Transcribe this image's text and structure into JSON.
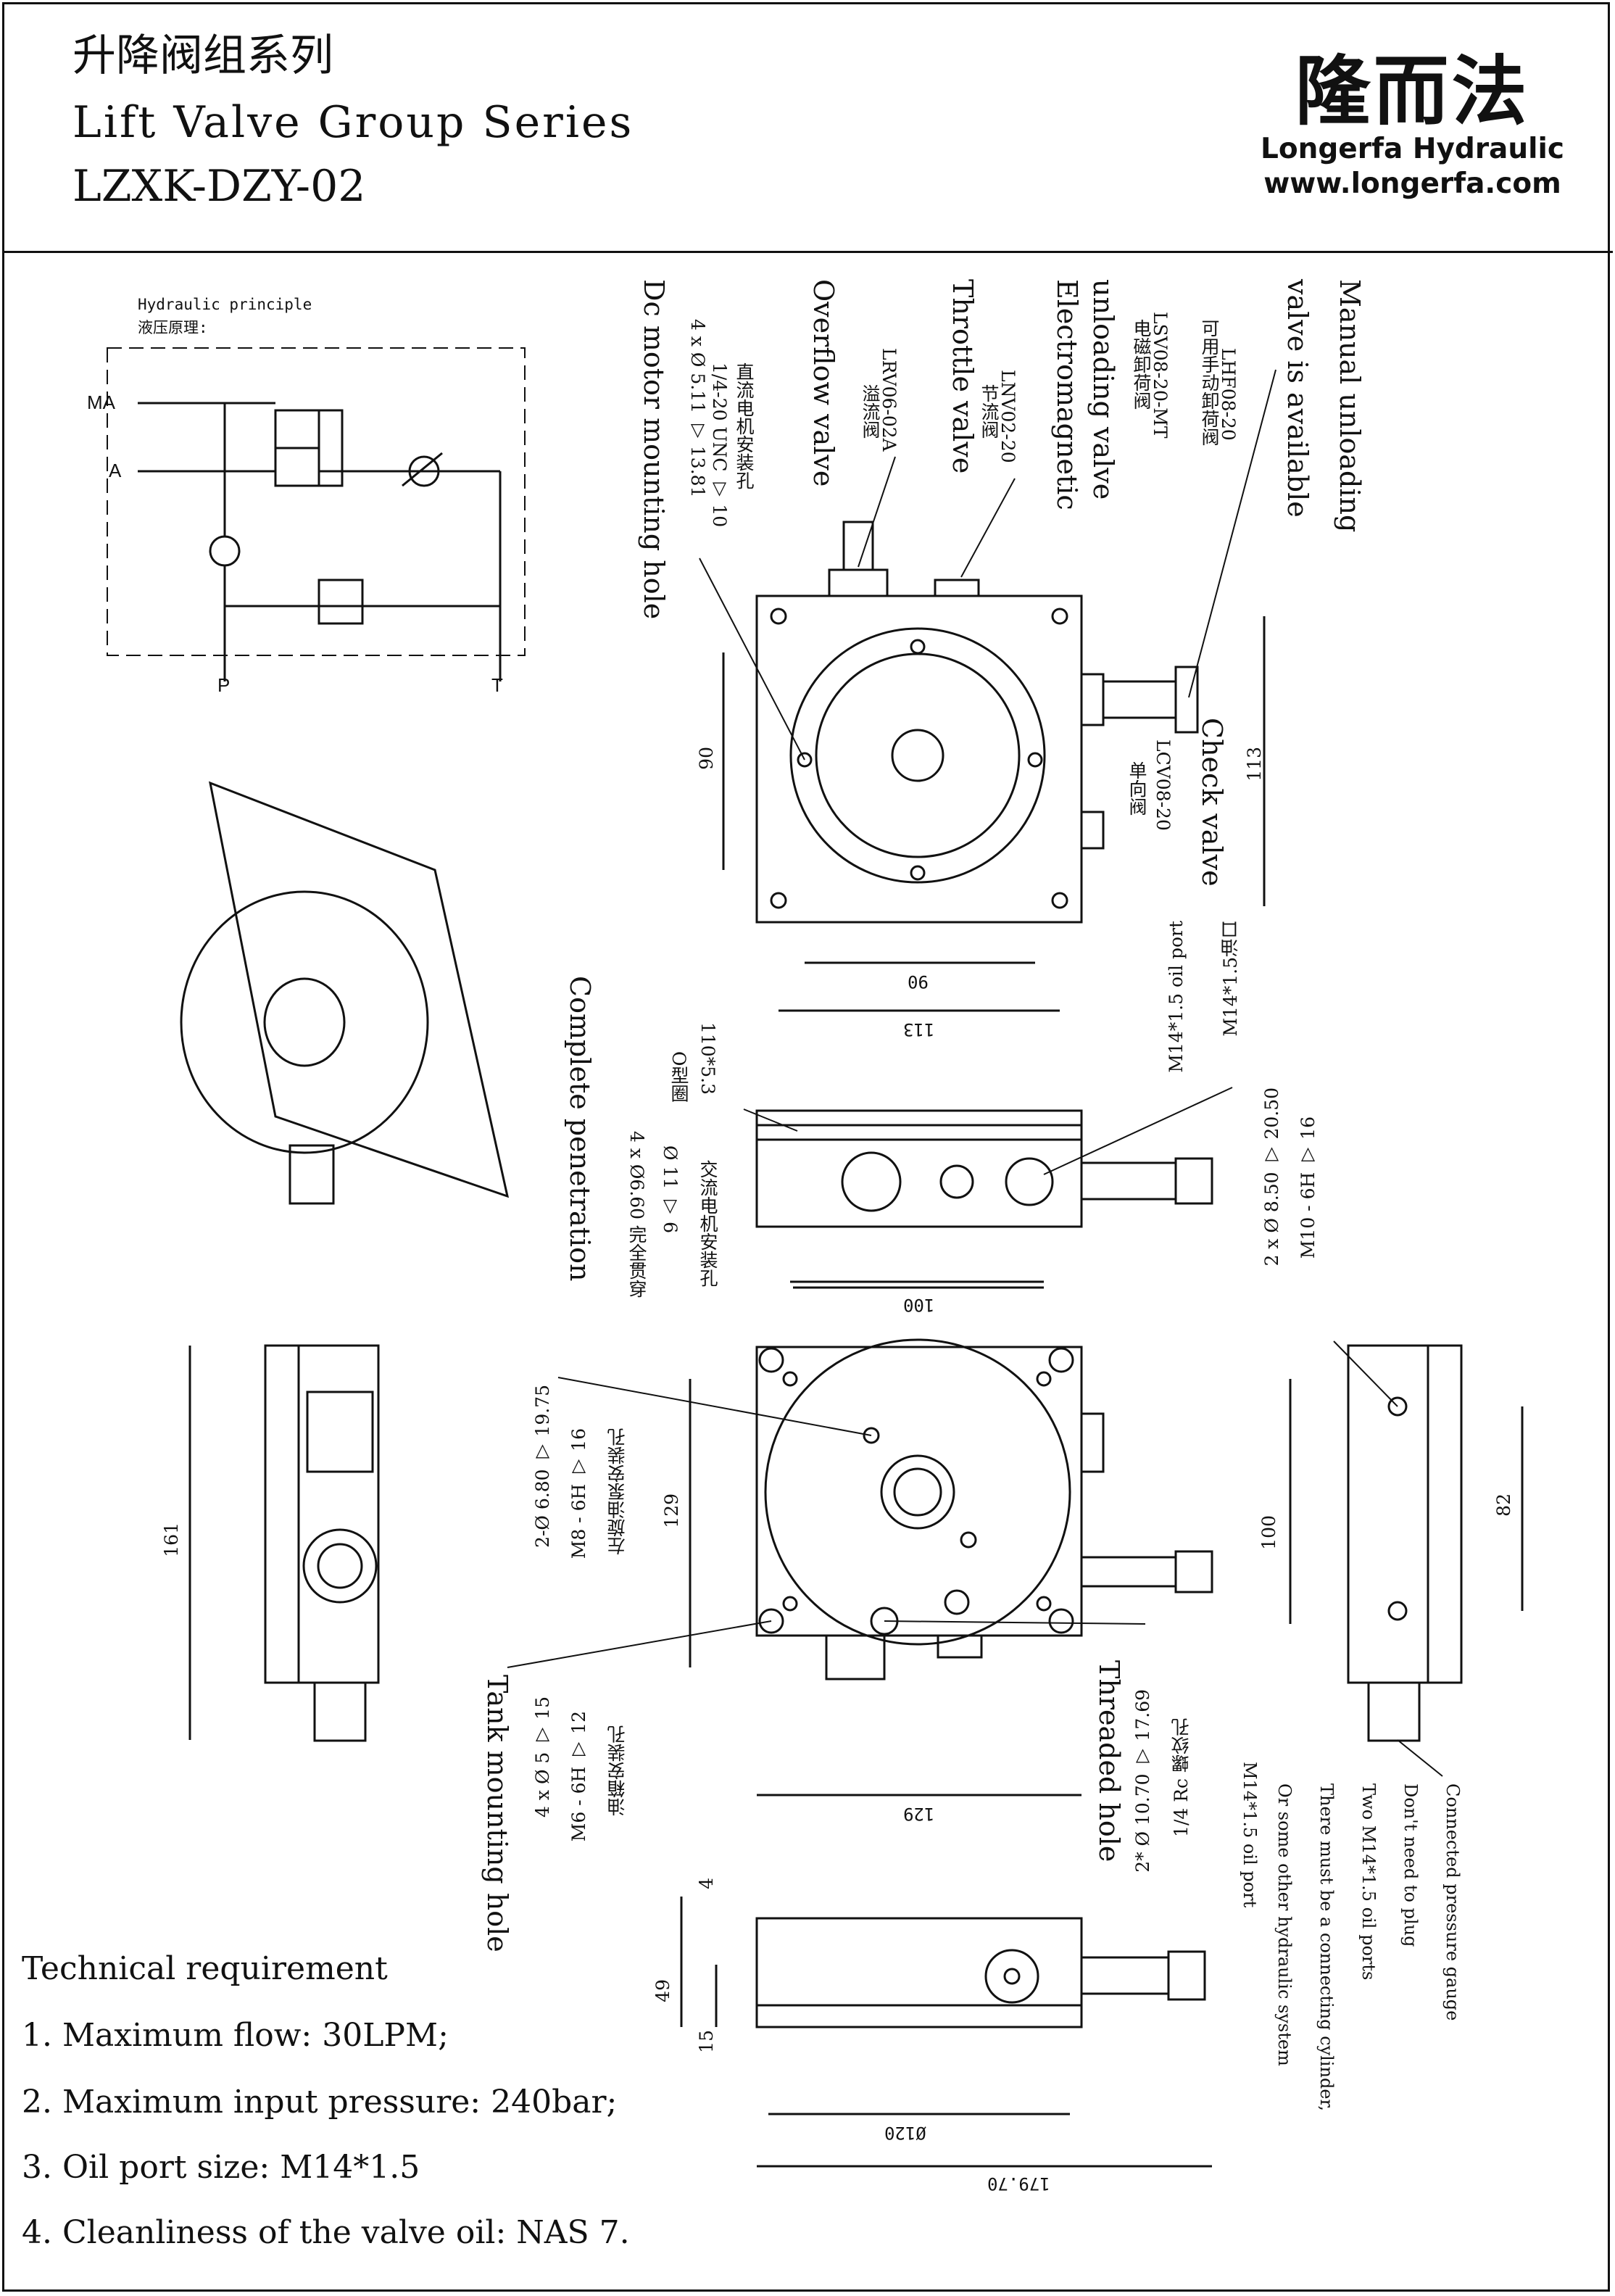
{
  "header": {
    "title_cn": "升降阀组系列",
    "title_en": "Lift Valve Group Series",
    "model": "LZXK-DZY-02",
    "logo_cn": "隆而法",
    "logo_en": "Longerfa Hydraulic",
    "logo_url": "www.longerfa.com"
  },
  "principle": {
    "title_en": "Hydraulic principle",
    "title_cn": "液压原理:",
    "port_ma": "MA",
    "port_a": "A",
    "port_p": "P",
    "port_t": "T"
  },
  "callouts": {
    "dc_motor": "Dc motor mounting hole",
    "dc_motor_spec1": "4 x Ø 5.11 ▽ 13.81",
    "dc_motor_spec2": "1/4-20 UNC ▽ 10",
    "dc_motor_cn": "直流电机安装孔",
    "overflow": "Overflow valve",
    "overflow_cn": "溢流阀",
    "overflow_model": "LRV06-02A",
    "throttle": "Throttle valve",
    "throttle_cn": "节流阀",
    "throttle_model": "LNV02-20",
    "electro_1": "Electromagnetic",
    "electro_2": "unloading valve",
    "electro_cn": "电磁卸荷阀",
    "electro_model": "LSV08-20-MT",
    "manual_cn": "可用手动卸荷阀",
    "manual_model": "LHF08-20",
    "manual_1": "Manual unloading",
    "manual_2": "valve is available",
    "check": "Check valve",
    "check_cn": "单向阀",
    "check_model": "LCV08-20",
    "oil_port_cn": "M14*1.5油口",
    "oil_port": "M14*1.5 oil port",
    "oring_cn": "O型圈",
    "oring_spec": "110*5.3",
    "complete_pen": "Complete penetration",
    "ac_spec1": "4 x Ø6.60 完全贯穿",
    "ac_spec2": "Ø 11 ▽ 6",
    "ac_cn": "交流电机安装孔",
    "pump_spec1": "2-Ø 6.80 ▽ 19.75",
    "pump_spec2": "M8 - 6H ▽ 16",
    "pump_cn": "左旋油泵安装孔",
    "m10_spec1": "2 x Ø 8.50 ▽ 20.50",
    "m10_spec2": "M10 - 6H ▽ 16",
    "tank": "Tank mounting hole",
    "tank_spec1": "4 x Ø 5 ▽ 15",
    "tank_spec2": "M6 - 6H ▽ 12",
    "tank_cn": "油箱安装孔",
    "threaded": "Threaded hole",
    "threaded_spec1": "2* Ø 10.70 ▽ 17.69",
    "threaded_spec2": "1/4 Rc 螺纹孔",
    "note_1": "Connected pressure gauge",
    "note_2": "Don't need to plug",
    "note_3": "Two M14*1.5 oil ports",
    "note_4": "There must be a connecting cylinder,",
    "note_5": "Or some other hydraulic system",
    "note_6": "M14*1.5 oil port"
  },
  "dimensions": {
    "d90_v": "90",
    "d113_v": "113",
    "d90_h": "90",
    "d113_h": "113",
    "d100_top": "100",
    "d129_v": "129",
    "d100_v": "100",
    "d129_h": "129",
    "d161": "161",
    "d82": "82",
    "d4": "4",
    "d49": "49",
    "d15": "15",
    "d120": "Ø120",
    "d179": "179.70"
  },
  "technical": {
    "heading": "Technical requirement",
    "items": [
      "1. Maximum flow: 30LPM;",
      "2. Maximum input pressure: 240bar;",
      "3. Oil port size: M14*1.5",
      "4. Cleanliness of the valve oil: NAS 7."
    ]
  }
}
